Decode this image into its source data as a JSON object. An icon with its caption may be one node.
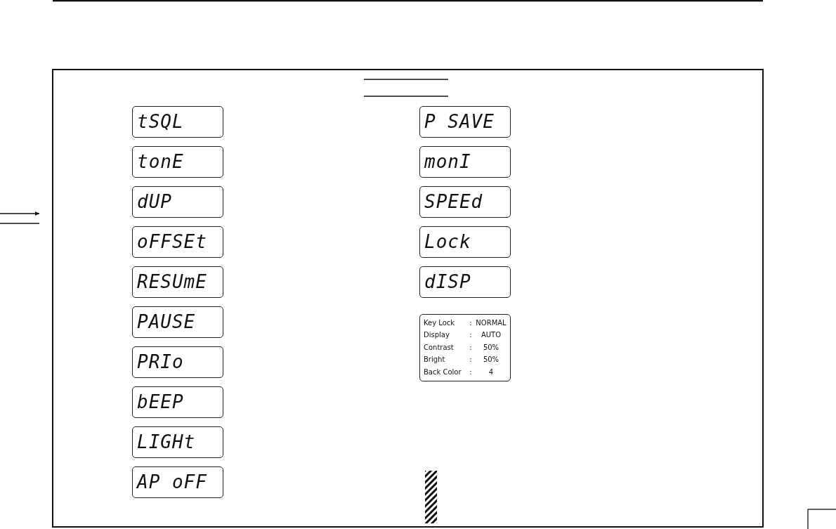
{
  "diagram": {
    "nodes": [
      {
        "text": [
          "tSQL"
        ]
      },
      {
        "text": [
          "tonE"
        ]
      },
      {
        "text": [
          "dUP"
        ]
      },
      {
        "text": [
          "oFFSEt"
        ]
      },
      {
        "text": [
          "RESUmE"
        ]
      },
      {
        "text": [
          "PAUSE"
        ]
      },
      {
        "text": [
          "PRIo"
        ]
      },
      {
        "text": [
          "bEEP"
        ]
      },
      {
        "text": [
          "LIGHt"
        ]
      },
      {
        "text": [
          "AP oFF"
        ]
      },
      {
        "text": [
          "P SAVE"
        ]
      },
      {
        "text": [
          "monI"
        ]
      },
      {
        "text": [
          "SPEEd"
        ]
      },
      {
        "text": [
          "Lock"
        ]
      },
      {
        "text": [
          "dISP"
        ]
      },
      {
        "text": [
          "Key Lock",
          ":",
          "NORMAL",
          "Display",
          ":",
          "AUTO",
          "Contrast",
          ":",
          "50%",
          "Bright",
          ":",
          "50%",
          "Back Color",
          ":",
          "4"
        ]
      },
      {
        "text": [],
        "shape": "bar"
      }
    ],
    "edges": []
  }
}
